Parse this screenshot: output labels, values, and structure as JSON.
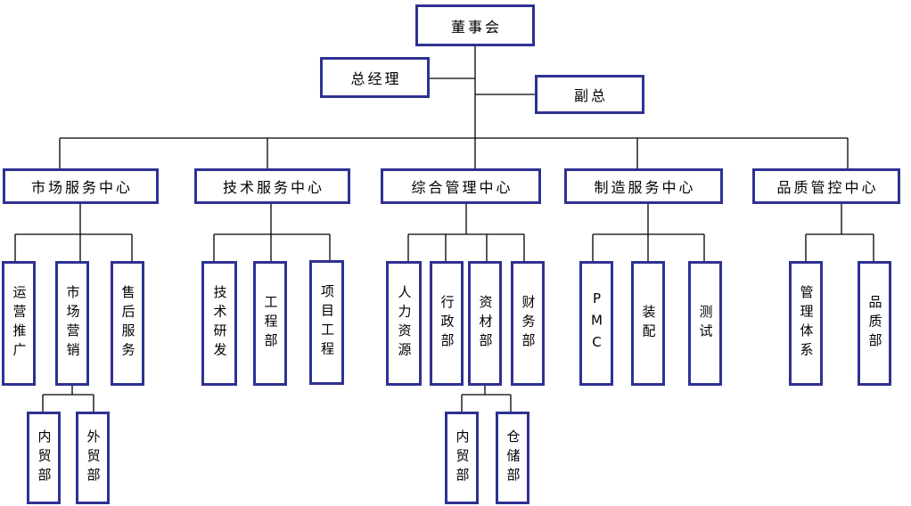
{
  "diagram": {
    "type": "org-chart",
    "colors": {
      "box_border": "#2e3192",
      "connector_line": "#000000",
      "text": "#000000",
      "background": "#ffffff"
    },
    "board": {
      "label": "董事会"
    },
    "executives": [
      {
        "label": "总经理"
      },
      {
        "label": "副总"
      }
    ],
    "centers": [
      {
        "label": "市场服务中心",
        "departments": [
          {
            "label": "运营推广"
          },
          {
            "label": "市场营销",
            "sub_departments": [
              {
                "label": "内贸部"
              },
              {
                "label": "外贸部"
              }
            ]
          },
          {
            "label": "售后服务"
          }
        ]
      },
      {
        "label": "技术服务中心",
        "departments": [
          {
            "label": "技术研发"
          },
          {
            "label": "工程部"
          },
          {
            "label": "项目工程"
          }
        ]
      },
      {
        "label": "综合管理中心",
        "departments": [
          {
            "label": "人力资源"
          },
          {
            "label": "行政部"
          },
          {
            "label": "资材部",
            "sub_departments": [
              {
                "label": "内贸部"
              },
              {
                "label": "仓储部"
              }
            ]
          },
          {
            "label": "财务部"
          }
        ]
      },
      {
        "label": "制造服务中心",
        "departments": [
          {
            "label": "PMC"
          },
          {
            "label": "装配"
          },
          {
            "label": "测试"
          }
        ]
      },
      {
        "label": "品质管控中心",
        "departments": [
          {
            "label": "管理体系"
          },
          {
            "label": "品质部"
          }
        ]
      }
    ]
  }
}
